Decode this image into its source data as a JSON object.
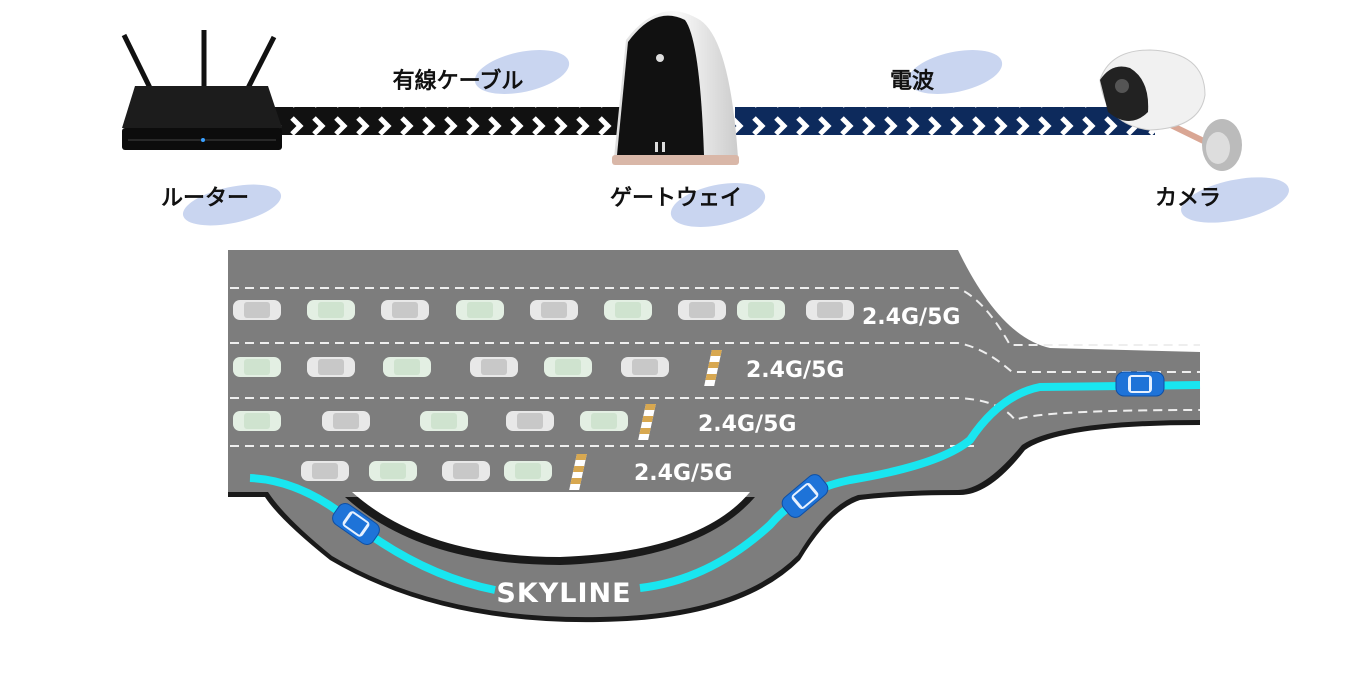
{
  "devices": {
    "router": "ルーター",
    "gateway": "ゲートウェイ",
    "camera": "カメラ"
  },
  "links": {
    "wired": "有線ケーブル",
    "radio": "電波"
  },
  "road": {
    "lane_labels": [
      "2.4G/5G",
      "2.4G/5G",
      "2.4G/5G",
      "2.4G/5G"
    ],
    "skyline_label": "SKYLINE"
  },
  "colors": {
    "wired_band": "#111111",
    "radio_band": "#0d2a5c",
    "road": "#7d7d7d",
    "skyline": "#19e6f0",
    "car_blue": "#1e73d8",
    "blob": "#c7d3ef"
  }
}
